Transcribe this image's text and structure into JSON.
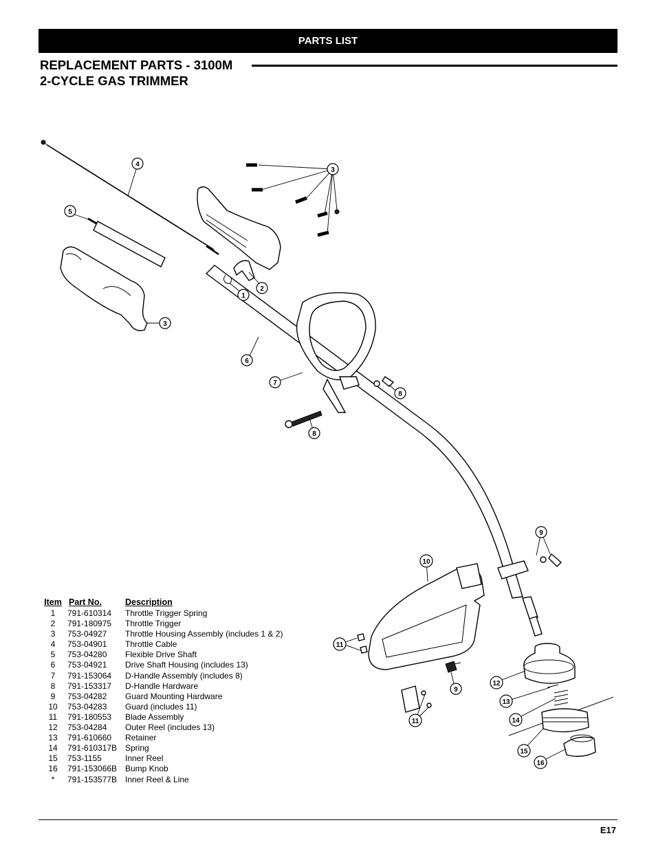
{
  "banner": "PARTS LIST",
  "title_line1": "REPLACEMENT PARTS - 3100M",
  "title_line2": "2-CYCLE GAS TRIMMER",
  "table": {
    "headers": [
      "Item",
      "Part No.",
      "Description"
    ],
    "rows": [
      [
        "1",
        "791-610314",
        "Throttle Trigger Spring"
      ],
      [
        "2",
        "791-180975",
        "Throttle Trigger"
      ],
      [
        "3",
        "753-04927",
        "Throttle Housing Assembly (includes 1 & 2)"
      ],
      [
        "4",
        "753-04901",
        "Throttle Cable"
      ],
      [
        "5",
        "753-04280",
        "Flexible Drive Shaft"
      ],
      [
        "6",
        "753-04921",
        "Drive Shaft Housing (includes 13)"
      ],
      [
        "7",
        "791-153064",
        "D-Handle Assembly (includes 8)"
      ],
      [
        "8",
        "791-153317",
        "D-Handle Hardware"
      ],
      [
        "9",
        "753-04282",
        "Guard Mounting Hardware"
      ],
      [
        "10",
        "753-04283",
        "Guard (includes 11)"
      ],
      [
        "11",
        "791-180553",
        "Blade Assembly"
      ],
      [
        "12",
        "753-04284",
        "Outer Reel (includes 13)"
      ],
      [
        "13",
        "791-610660",
        "Retainer"
      ],
      [
        "14",
        "791-610317B",
        "Spring"
      ],
      [
        "15",
        "753-1155",
        "Inner Reel"
      ],
      [
        "16",
        "791-153066B",
        "Bump Knob"
      ],
      [
        "*",
        "791-153577B",
        "Inner Reel & Line"
      ]
    ]
  },
  "callouts": [
    "1",
    "2",
    "3",
    "3",
    "4",
    "5",
    "6",
    "7",
    "8",
    "8",
    "9",
    "9",
    "10",
    "11",
    "11",
    "12",
    "13",
    "14",
    "15",
    "16"
  ],
  "page_number": "E17"
}
